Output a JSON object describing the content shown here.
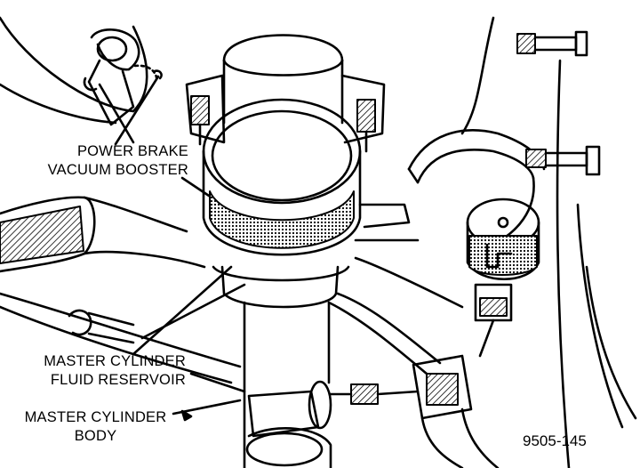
{
  "figure": {
    "labels": {
      "booster": {
        "line1": "POWER BRAKE",
        "line2": "VACUUM BOOSTER"
      },
      "reservoir": {
        "line1": "MASTER CYLINDER",
        "line2": "FLUID RESERVOIR"
      },
      "body": {
        "line1": "MASTER CYLINDER",
        "line2": "BODY"
      }
    },
    "figure_number": "9505-145"
  },
  "colors": {
    "ink": "#000000",
    "paper": "#ffffff"
  }
}
